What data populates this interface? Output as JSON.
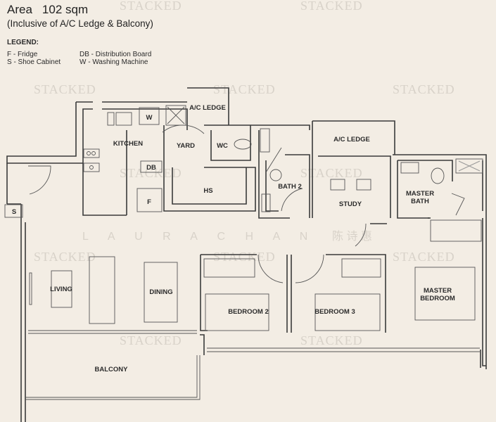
{
  "header": {
    "area_label": "Area",
    "area_value": "102 sqm",
    "inclusive_note": "(Inclusive of A/C Ledge & Balcony)"
  },
  "legend": {
    "title": "LEGEND:",
    "items": [
      {
        "text": "F - Fridge"
      },
      {
        "text": "DB - Distribution Board"
      },
      {
        "text": "S - Shoe Cabinet"
      },
      {
        "text": "W - Washing Machine"
      }
    ]
  },
  "rooms": {
    "ac_ledge_1": "A/C LEDGE",
    "ac_ledge_2": "A/C LEDGE",
    "w": "W",
    "kitchen": "KITCHEN",
    "yard": "YARD",
    "wc": "WC",
    "db": "DB",
    "f": "F",
    "hs": "HS",
    "bath2": "BATH 2",
    "study": "STUDY",
    "master_bath_1": "MASTER",
    "master_bath_2": "BATH",
    "s": "S",
    "living": "LIVING",
    "dining": "DINING",
    "bedroom2": "BEDROOM 2",
    "bedroom3": "BEDROOM 3",
    "master_bedroom_1": "MASTER",
    "master_bedroom_2": "BEDROOM",
    "balcony": "BALCONY"
  },
  "watermarks": {
    "brand": "STACKED",
    "agent_name": "L A U R A     C H A N",
    "agent_chinese": "陈  诗  惠"
  },
  "colors": {
    "background": "#f3ede4",
    "walls": "#3a3a3a",
    "watermark": "#d8d2c9"
  }
}
